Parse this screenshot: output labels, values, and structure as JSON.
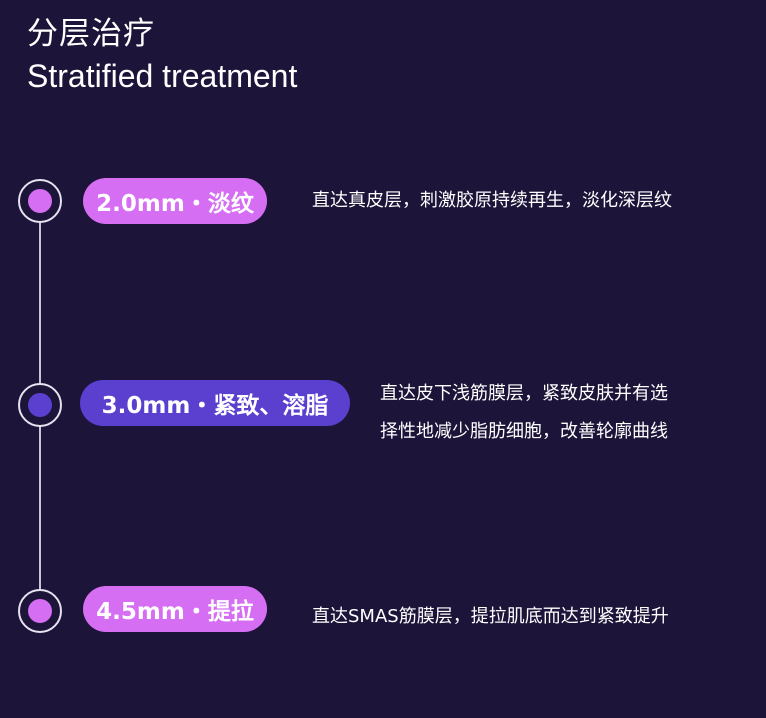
{
  "header": {
    "title_cn": "分层治疗",
    "title_en": "Stratified treatment"
  },
  "colors": {
    "background": "#1c1439",
    "pill_pink": "#d66ef3",
    "pill_purple": "#5b3fcf",
    "line": "#c9c4d8"
  },
  "layers": [
    {
      "label": "2.0mm・淡纹",
      "desc_lines": [
        "直达真皮层，刺激胶原持续再生，淡化深层纹"
      ]
    },
    {
      "label": "3.0mm・紧致、溶脂",
      "desc_lines": [
        "直达皮下浅筋膜层，紧致皮肤并有选",
        "择性地减少脂肪细胞，改善轮廓曲线"
      ]
    },
    {
      "label": "4.5mm・提拉",
      "desc_lines": [
        "直达SMAS筋膜层，提拉肌底而达到紧致提升"
      ]
    }
  ]
}
